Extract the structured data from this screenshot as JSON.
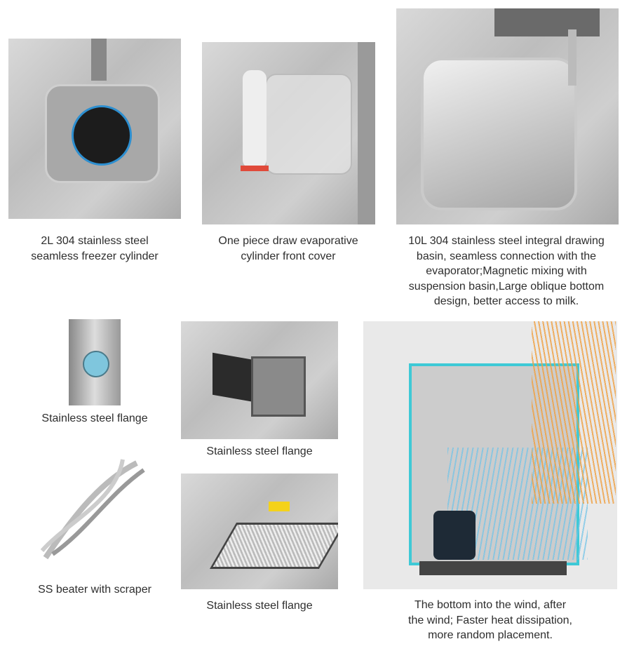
{
  "features": [
    {
      "caption": [
        "2L 304 stainless steel",
        "seamless freezer cylinder"
      ]
    },
    {
      "caption": [
        "One piece draw evaporative",
        "cylinder front cover"
      ]
    },
    {
      "caption": [
        "10L 304 stainless steel integral drawing",
        "basin, seamless connection with the",
        "evaporator;Magnetic mixing with",
        "suspension basin,Large oblique bottom",
        "design, better access to milk."
      ]
    },
    {
      "caption": [
        "Stainless steel flange"
      ]
    },
    {
      "caption": [
        "Stainless steel flange"
      ]
    },
    {
      "caption": [
        "SS beater with scraper"
      ]
    },
    {
      "caption": [
        "Stainless steel flange"
      ]
    },
    {
      "caption": [
        "The bottom into the wind, after",
        "the wind; Faster heat dissipation,",
        "more random placement."
      ]
    }
  ],
  "colors": {
    "caption_text": "#2e2e2e",
    "airflow_orange": "#f0a040",
    "airflow_blue": "#6fc3e8",
    "frame_cyan": "#3ec9d6"
  }
}
